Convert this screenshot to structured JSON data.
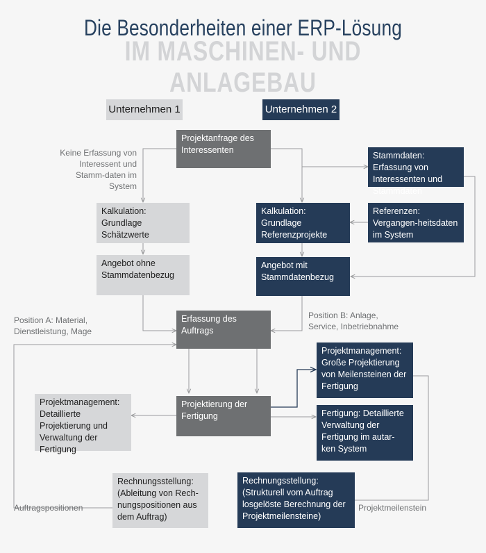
{
  "title": "Die Besonderheiten einer ERP-Lösung",
  "subtitle": "IM MASCHINEN- UND ANLAGEBAU",
  "headers": {
    "company1": "Unternehmen 1",
    "company2": "Unternehmen 2"
  },
  "boxes": {
    "projektanfrage": "Projektanfrage des Interessenten",
    "kalk1": "Kalkulation: Grundlage Schätzwerte",
    "angebot1": "Angebot ohne Stammdatenbezug",
    "stammdaten": "Stammdaten: Erfassung von Interessenten und Stammdaten",
    "referenzen": "Referenzen: Vergangen-heitsdaten im System",
    "kalk2": "Kalkulation: Grundlage Referenzprojekte",
    "angebot2": "Angebot mit Stammdatenbezug",
    "erfassung": "Erfassung des Auftrags",
    "projektierung": "Projektierung der Fertigung",
    "pm_left": "Projektmanagement: Detaillierte Projektierung und Verwaltung der Fertigung",
    "pm_right": "Projektmanagement: Große Projektierung von Meilensteinen der Fertigung",
    "fertigung": "Fertigung: Detaillierte Verwaltung der Fertigung im autar-ken System",
    "rechnung1": "Rechnungsstellung: (Ableitung von Rech-nungspositionen aus dem Auftrag)",
    "rechnung2": "Rechnungsstellung: (Strukturell vom Auftrag losgelöste Berechnung der Projektmeilensteine)"
  },
  "notes": {
    "keine_erfassung": "Keine Erfassung von Interessent und Stamm-daten im System",
    "position_a": "Position A: Material, Dienstleistung, Mage",
    "position_b": "Position B: Anlage, Service, Inbetriebnahme",
    "auftragspositionen": "Auftragspositionen",
    "projektmeilenstein": "Projektmeilenstein"
  },
  "colors": {
    "background": "#f6f6f6",
    "light_box": "#d6d7d9",
    "grey_box": "#6e7072",
    "navy_box": "#253b57",
    "title": "#27415f",
    "subtitle": "#d3d4d6",
    "connector": "#9a9b9d",
    "highlight_connector": "#253b57"
  }
}
